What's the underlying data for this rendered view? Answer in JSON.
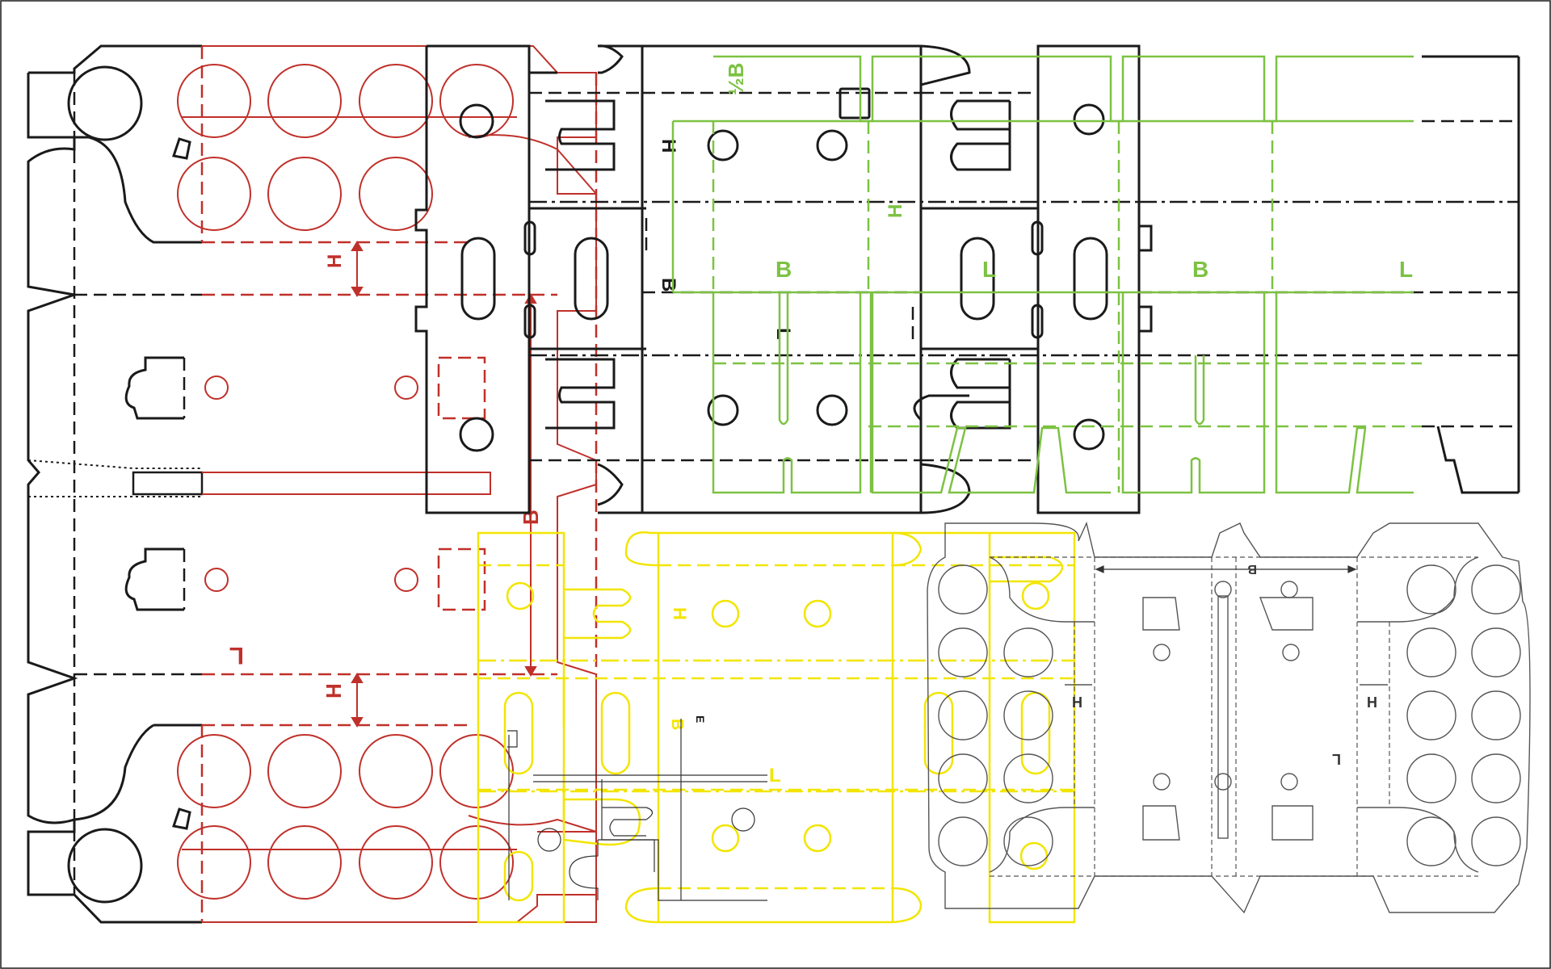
{
  "colors": {
    "black": "#1a1a1a",
    "red": "#c0302a",
    "green": "#7cc242",
    "yellow": "#f2e500",
    "gray": "#555555"
  },
  "labels": {
    "red_H_top": "H",
    "red_H_bottom": "H",
    "red_B": "B",
    "red_L": "L",
    "black_H": "H",
    "black_B": "B",
    "black_L": "L",
    "green_half_B": "½B",
    "green_H": "H",
    "green_B1": "B",
    "green_L1": "L",
    "green_B2": "B",
    "green_L2": "L",
    "yellow_H": "H",
    "yellow_B": "B",
    "yellow_E": "E",
    "yellow_L": "L",
    "gray_B": "B",
    "gray_H_left": "H",
    "gray_H_right": "H",
    "gray_L": "L"
  },
  "icons": [
    "die-cut-template"
  ]
}
